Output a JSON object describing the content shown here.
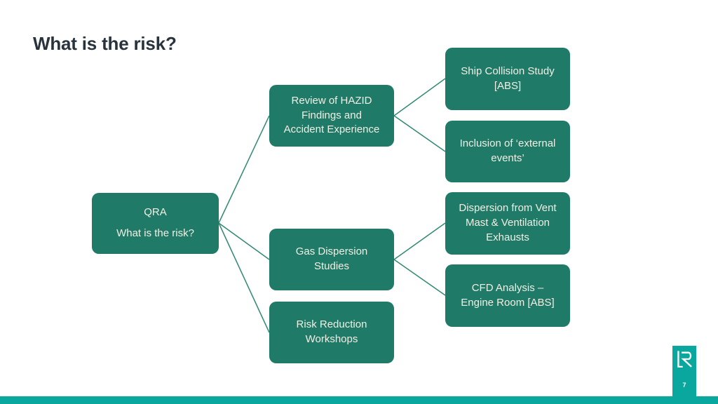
{
  "title": "What is the risk?",
  "page_number": "7",
  "colors": {
    "node_fill": "#1f7a68",
    "node_text": "#f2efe3",
    "connector": "#2f8973",
    "accent_teal": "#0aa79e",
    "title_text": "#28333d",
    "background": "#ffffff"
  },
  "diagram": {
    "root": {
      "id": "qra",
      "line1": "QRA",
      "line2": "What is the risk?"
    },
    "level2": [
      {
        "id": "hazid-review",
        "label": "Review of HAZID\nFindings and\nAccident Experience"
      },
      {
        "id": "gas-dispersion",
        "label": "Gas Dispersion\nStudies"
      },
      {
        "id": "risk-workshops",
        "label": "Risk Reduction\nWorkshops"
      }
    ],
    "level3": [
      {
        "id": "ship-collision",
        "label": "Ship Collision Study\n[ABS]"
      },
      {
        "id": "external-events",
        "label": "Inclusion of ‘external\nevents’"
      },
      {
        "id": "vent-dispersion",
        "label": "Dispersion from Vent\nMast & Ventilation\nExhausts"
      },
      {
        "id": "cfd-engine-room",
        "label": "CFD Analysis –\nEngine Room [ABS]"
      }
    ],
    "connections": [
      {
        "from": "qra",
        "to": "hazid-review"
      },
      {
        "from": "qra",
        "to": "gas-dispersion"
      },
      {
        "from": "qra",
        "to": "risk-workshops"
      },
      {
        "from": "hazid-review",
        "to": "ship-collision"
      },
      {
        "from": "hazid-review",
        "to": "external-events"
      },
      {
        "from": "gas-dispersion",
        "to": "vent-dispersion"
      },
      {
        "from": "gas-dispersion",
        "to": "cfd-engine-room"
      }
    ]
  },
  "footer": {
    "logo": "lr-logo"
  }
}
